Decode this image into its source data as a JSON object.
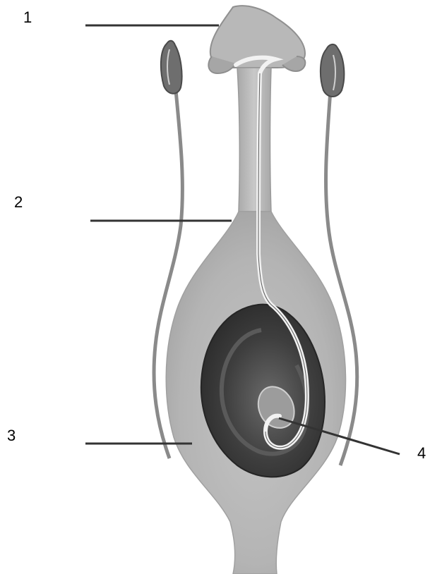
{
  "labels": {
    "l1": "1",
    "l2": "2",
    "l3": "3",
    "l4": "4"
  },
  "colors": {
    "pistil_light": "#c9c9c9",
    "pistil_mid": "#b0b0b0",
    "ovule_dark": "#3a3a3a",
    "stamen": "#8a8a8a",
    "pollen_tube": "#f2f2f2",
    "leader_line": "#333333"
  }
}
